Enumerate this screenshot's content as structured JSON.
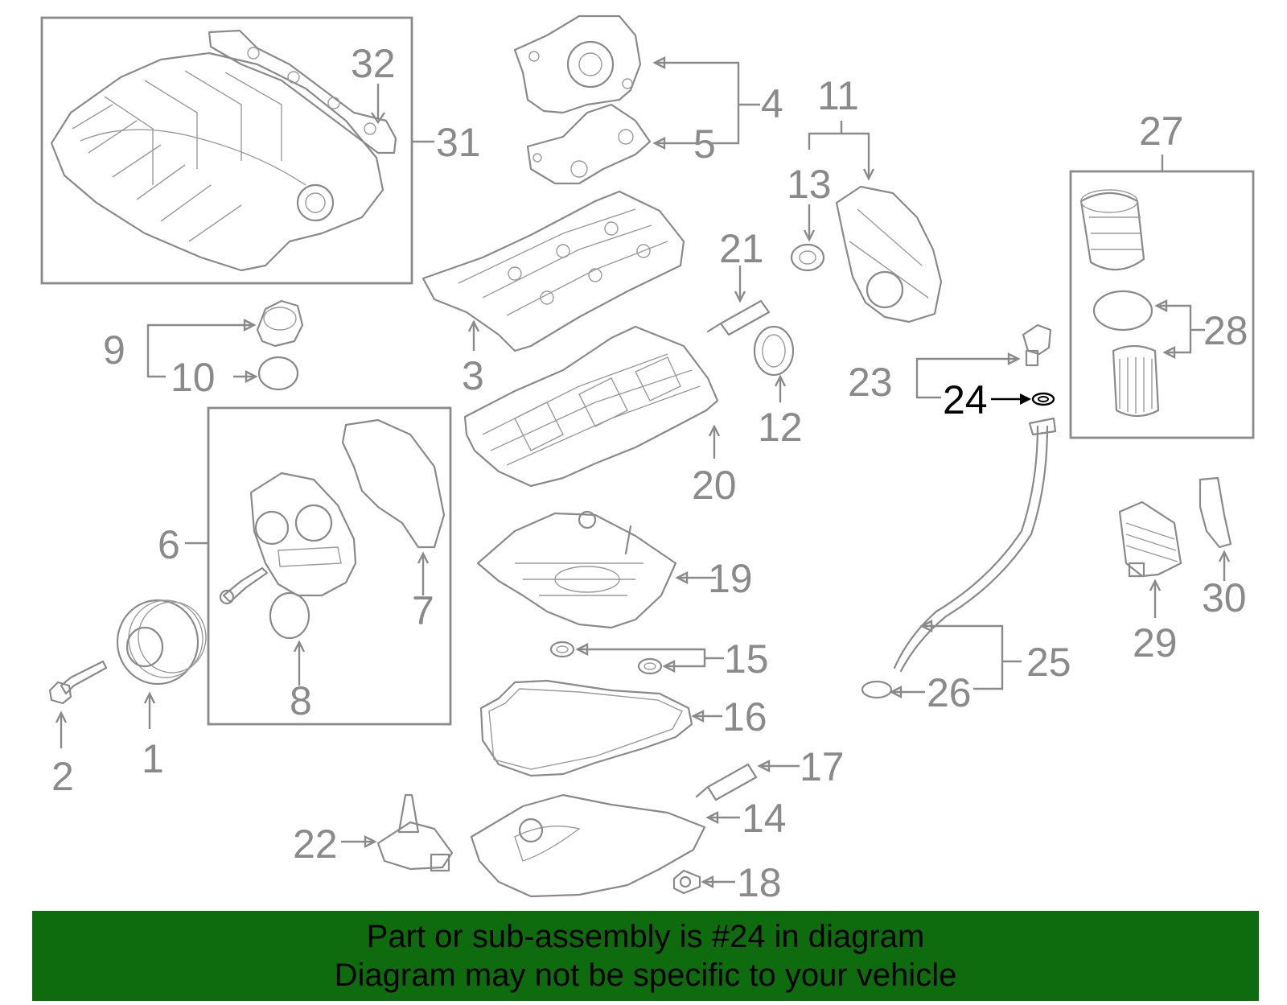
{
  "diagram": {
    "highlighted_part": "24",
    "callouts": {
      "c1": "1",
      "c2": "2",
      "c3": "3",
      "c4": "4",
      "c5": "5",
      "c6": "6",
      "c7": "7",
      "c8": "8",
      "c9": "9",
      "c10": "10",
      "c11": "11",
      "c12": "12",
      "c13": "13",
      "c14": "14",
      "c15": "15",
      "c16": "16",
      "c17": "17",
      "c18": "18",
      "c19": "19",
      "c20": "20",
      "c21": "21",
      "c22": "22",
      "c23": "23",
      "c24": "24",
      "c25": "25",
      "c26": "26",
      "c27": "27",
      "c28": "28",
      "c29": "29",
      "c30": "30",
      "c31": "31",
      "c32": "32"
    },
    "colors": {
      "line": "#8a8a8a",
      "highlight": "#000000",
      "banner": "#0e6b0e"
    }
  },
  "banner": {
    "line1": "Part or sub-assembly is #24 in diagram",
    "line2": "Diagram may not be specific to your vehicle"
  }
}
